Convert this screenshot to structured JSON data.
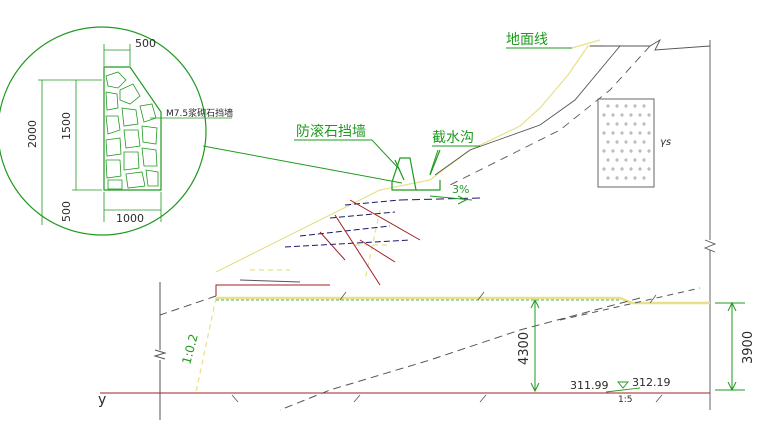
{
  "detail": {
    "dim_top": "500",
    "dim_total_height": "2000",
    "dim_upper_height": "1500",
    "dim_lower_height": "500",
    "dim_base_width": "1000",
    "material_label": "M7.5浆砌石挡墙"
  },
  "labels": {
    "ground_line": "地面线",
    "rockfall_wall": "防滚石挡墙",
    "intercept_ditch": "截水沟",
    "slope_percent": "3%",
    "soil_symbol": "γs",
    "slope_ratio": "1:0.2",
    "height_left": "4300",
    "height_right": "3900",
    "elev_left": "311.99",
    "elev_right": "312.19",
    "elev_ratio": "1:5",
    "y_marker": "y"
  },
  "colors": {
    "outline": "#1f9a1f",
    "ground": "#e8e08a",
    "rebar_red": "#a02020",
    "rebar_blue": "#1a1a6a",
    "dim_text": "#2a2a2a"
  }
}
